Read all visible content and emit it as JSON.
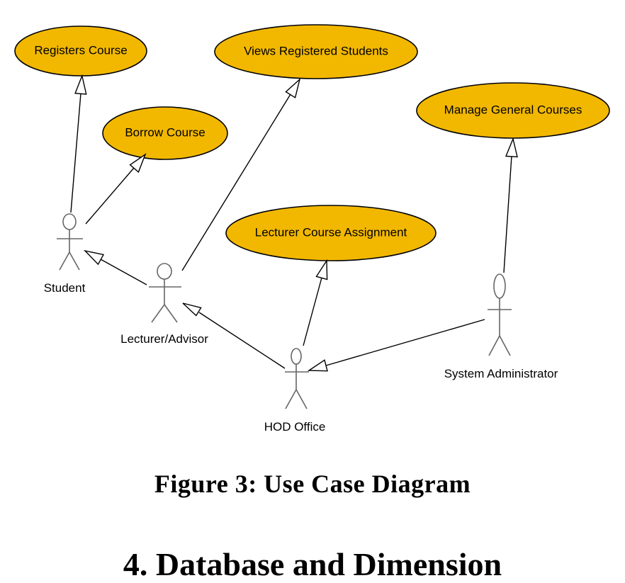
{
  "use_cases": {
    "registers_course": "Registers Course",
    "views_registered_students": "Views Registered Students",
    "borrow_course": "Borrow Course",
    "manage_general_courses": "Manage General Courses",
    "lecturer_course_assignment": "Lecturer Course Assignment"
  },
  "actors": {
    "student": "Student",
    "lecturer_advisor": "Lecturer/Advisor",
    "hod_office": "HOD Office",
    "system_administrator": "System Administrator"
  },
  "caption": "Figure 3: Use Case Diagram",
  "next_heading": "4. Database and Dimension"
}
